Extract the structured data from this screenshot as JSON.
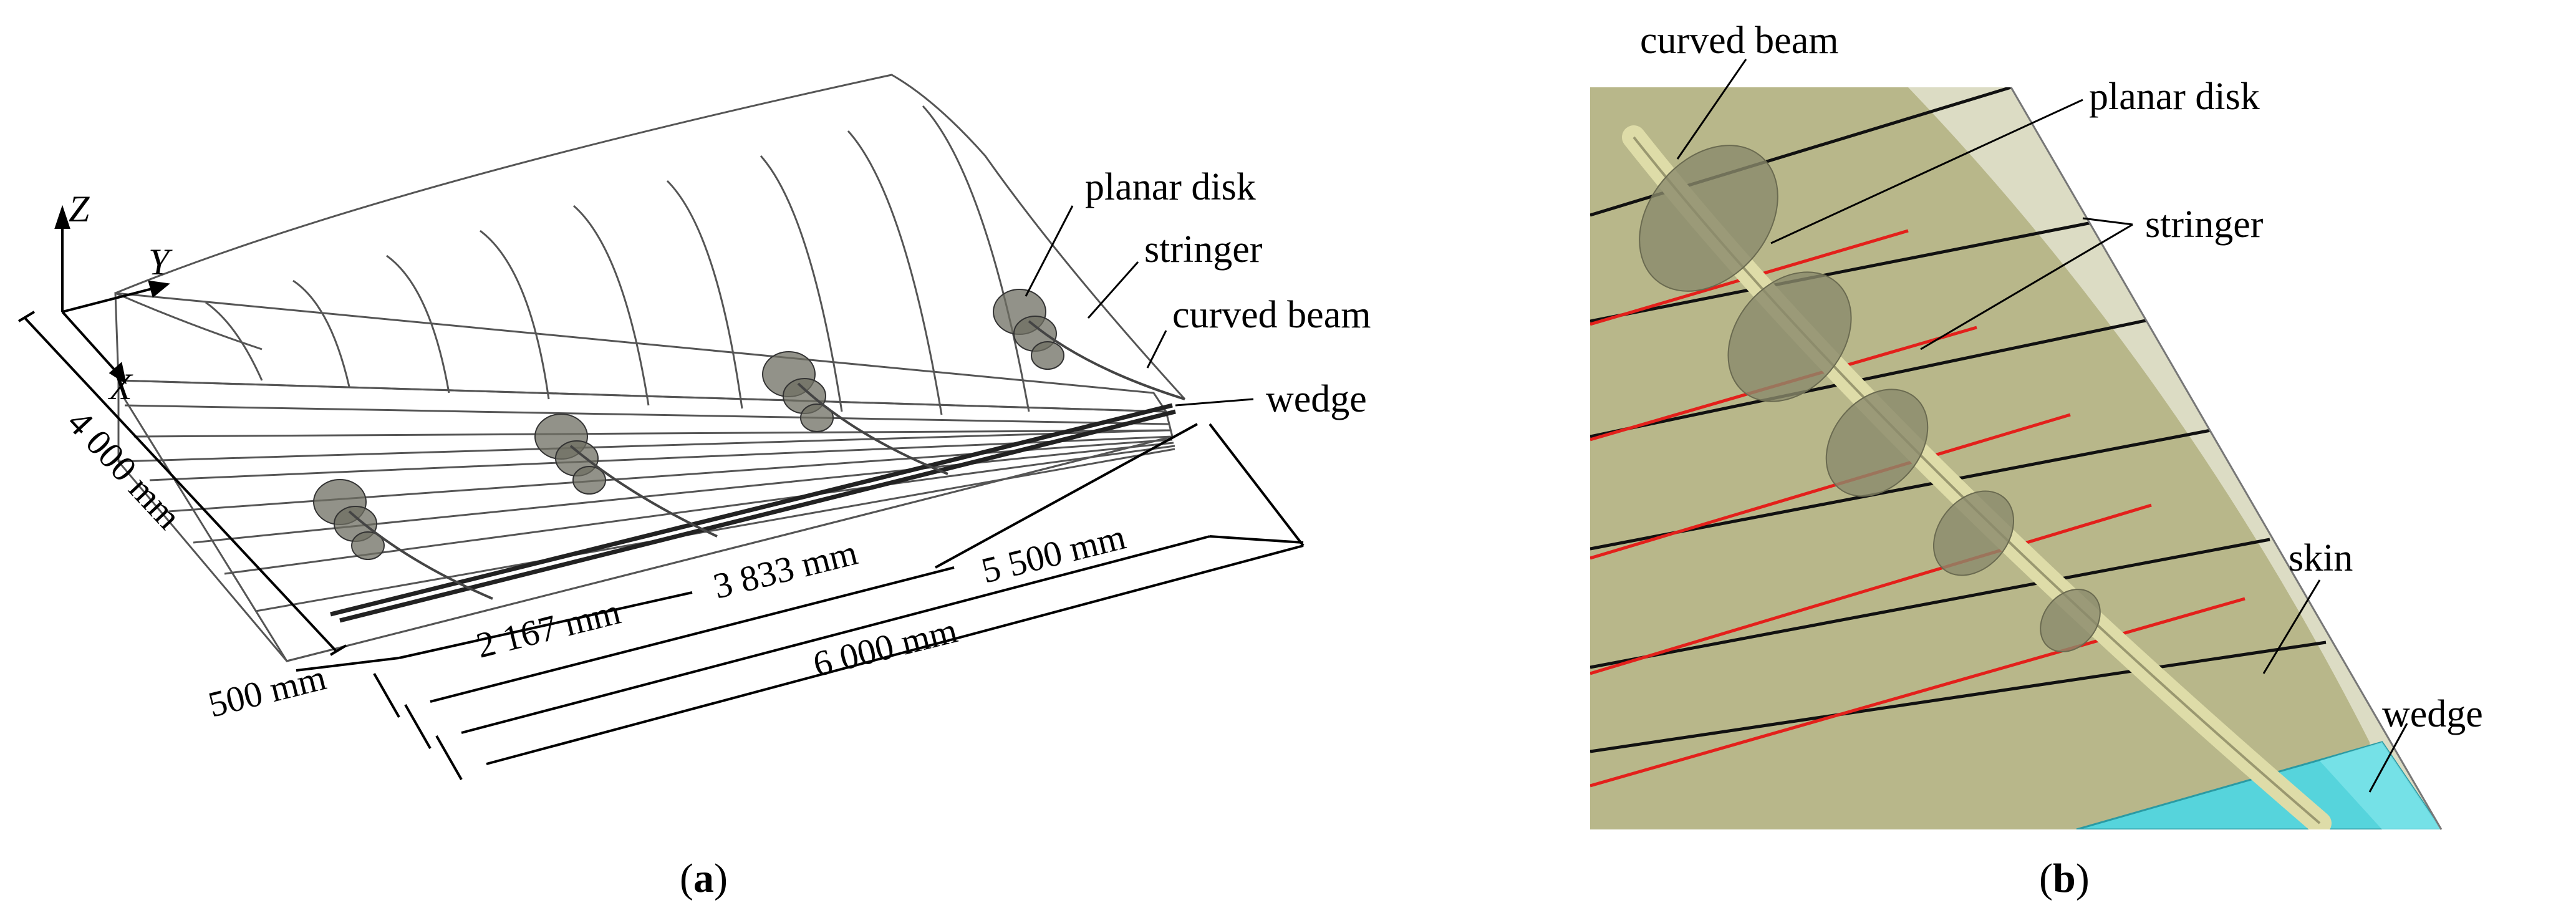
{
  "panel_a": {
    "caption_open": "(",
    "caption_letter": "a",
    "caption_close": ")",
    "axes": {
      "z": "Z",
      "y": "Y",
      "x": "X"
    },
    "labels": {
      "planar_disk": "planar disk",
      "stringer": "stringer",
      "curved_beam": "curved beam",
      "wedge": "wedge"
    },
    "dimensions": {
      "width": "4 000 mm",
      "offset": "500 mm",
      "d1": "2 167 mm",
      "d2": "3 833 mm",
      "d3": "5 500 mm",
      "total": "6 000 mm"
    }
  },
  "panel_b": {
    "caption_open": "(",
    "caption_letter": "b",
    "caption_close": ")",
    "labels": {
      "curved_beam": "curved beam",
      "planar_disk": "planar disk",
      "stringer": "stringer",
      "skin": "skin",
      "wedge": "wedge"
    }
  },
  "colors": {
    "skin": "#c9c7a3",
    "stringer_red": "#e3201b",
    "stringer_black": "#111111",
    "wedge": "#56d4dc",
    "disk": "#8a8a6c"
  }
}
